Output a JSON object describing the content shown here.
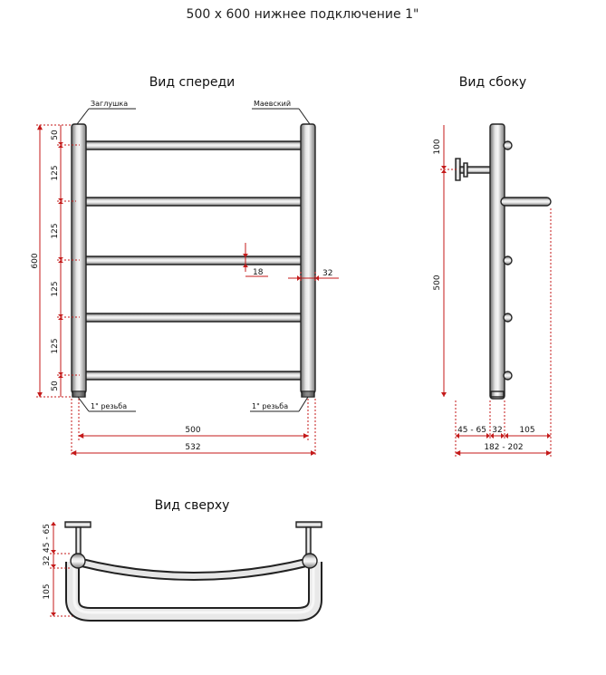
{
  "title": "500 x 600 нижнее подключение 1\"",
  "views": {
    "front": "Вид спереди",
    "side": "Вид сбоку",
    "top": "Вид сверху"
  },
  "labels": {
    "plug": "Заглушка",
    "mayevsky": "Маевский",
    "thread_left": "1\" резьба",
    "thread_right": "1\" резьба"
  },
  "front_dims": {
    "height": "600",
    "top_gap": "50",
    "spacing_1": "125",
    "spacing_2": "125",
    "spacing_3": "125",
    "spacing_4": "125",
    "bottom_gap": "50",
    "rung_diameter": "18",
    "pipe_diameter": "32",
    "center_width": "500",
    "total_width": "532"
  },
  "side_dims": {
    "mount_offset": "100",
    "mount_span": "500",
    "wall_gap": "45 - 65",
    "pipe": "32",
    "depth": "105",
    "total_depth": "182 - 202"
  },
  "top_dims": {
    "wall_gap": "45 - 65",
    "pipe": "32",
    "depth": "105"
  }
}
